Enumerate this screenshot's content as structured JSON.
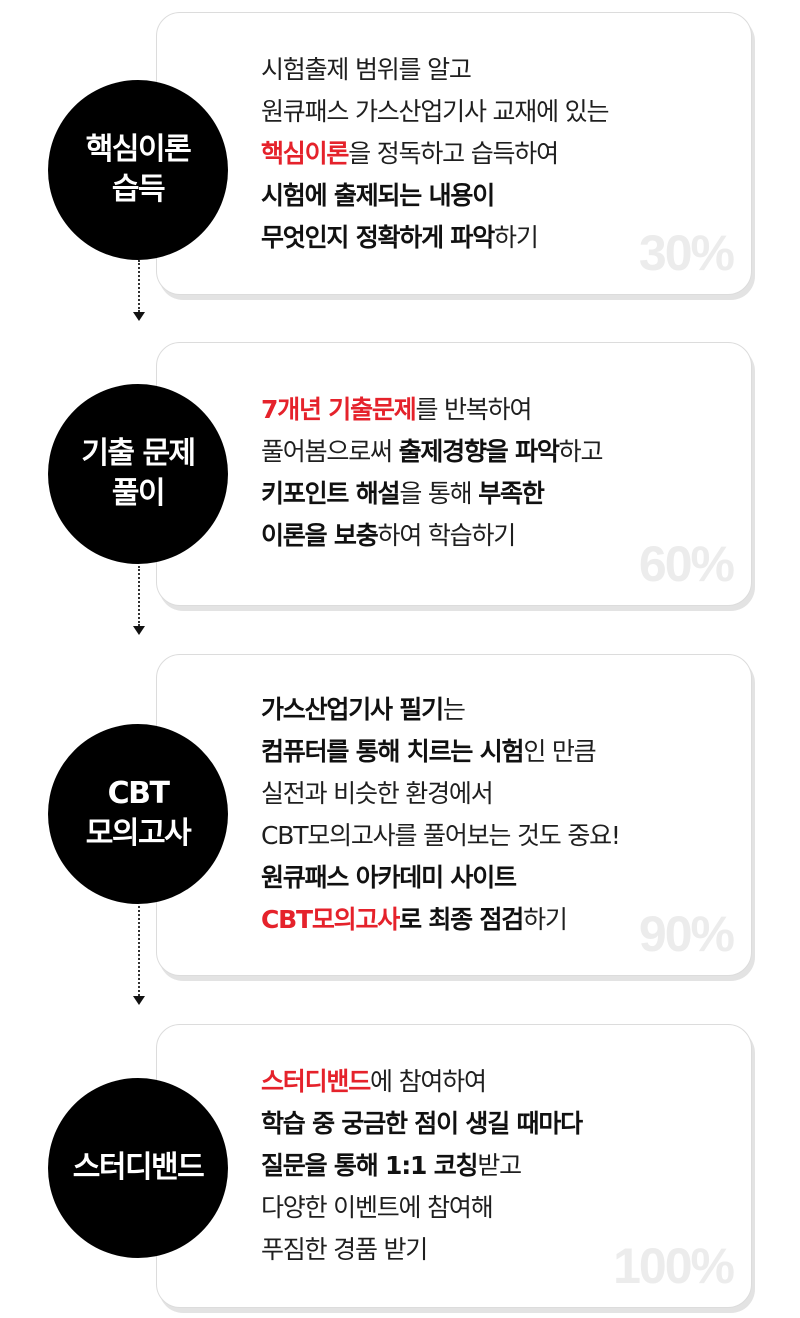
{
  "steps": [
    {
      "title_lines": [
        "핵심이론",
        "습득"
      ],
      "percent": "30%",
      "lines": [
        [
          {
            "t": "시험출제 범위를 알고",
            "s": "n"
          }
        ],
        [
          {
            "t": "원큐패스 가스산업기사 교재에 있는",
            "s": "n"
          }
        ],
        [
          {
            "t": "핵심이론",
            "s": "r"
          },
          {
            "t": "을 정독하고 습득하여",
            "s": "n"
          }
        ],
        [
          {
            "t": "시험에 출제되는 내용이",
            "s": "b"
          }
        ],
        [
          {
            "t": "무엇인지 정확하게 파악",
            "s": "b"
          },
          {
            "t": "하기",
            "s": "n"
          }
        ]
      ]
    },
    {
      "title_lines": [
        "기출 문제",
        "풀이"
      ],
      "percent": "60%",
      "lines": [
        [
          {
            "t": "7개년 기출문제",
            "s": "r"
          },
          {
            "t": "를 반복하여",
            "s": "n"
          }
        ],
        [
          {
            "t": "풀어봄으로써 ",
            "s": "n"
          },
          {
            "t": "출제경향을 파악",
            "s": "b"
          },
          {
            "t": "하고",
            "s": "n"
          }
        ],
        [
          {
            "t": "키포인트 해설",
            "s": "b"
          },
          {
            "t": "을 통해 ",
            "s": "n"
          },
          {
            "t": "부족한",
            "s": "b"
          }
        ],
        [
          {
            "t": "이론을 보충",
            "s": "b"
          },
          {
            "t": "하여 학습하기",
            "s": "n"
          }
        ]
      ]
    },
    {
      "title_lines": [
        "CBT",
        "모의고사"
      ],
      "percent": "90%",
      "lines": [
        [
          {
            "t": "가스산업기사 필기",
            "s": "b"
          },
          {
            "t": "는",
            "s": "n"
          }
        ],
        [
          {
            "t": "컴퓨터를 통해 치르는 시험",
            "s": "b"
          },
          {
            "t": "인 만큼",
            "s": "n"
          }
        ],
        [
          {
            "t": "실전과 비슷한 환경에서",
            "s": "n"
          }
        ],
        [
          {
            "t": "CBT모의고사를 풀어보는 것도 중요!",
            "s": "n"
          }
        ],
        [
          {
            "t": "원큐패스 아카데미 사이트",
            "s": "b"
          }
        ],
        [
          {
            "t": "CBT모의고사",
            "s": "r"
          },
          {
            "t": "로 최종 점검",
            "s": "b"
          },
          {
            "t": "하기",
            "s": "n"
          }
        ]
      ]
    },
    {
      "title_lines": [
        "스터디밴드"
      ],
      "percent": "100%",
      "lines": [
        [
          {
            "t": "스터디밴드",
            "s": "r"
          },
          {
            "t": "에 참여하여",
            "s": "n"
          }
        ],
        [
          {
            "t": "학습 중 궁금한 점이 생길 때마다",
            "s": "b"
          }
        ],
        [
          {
            "t": "질문을 통해 1:1 코칭",
            "s": "b"
          },
          {
            "t": "받고",
            "s": "n"
          }
        ],
        [
          {
            "t": "다양한 이벤트에 참여해",
            "s": "n"
          }
        ],
        [
          {
            "t": "푸짐한 경품 받기",
            "s": "n"
          }
        ]
      ]
    }
  ]
}
